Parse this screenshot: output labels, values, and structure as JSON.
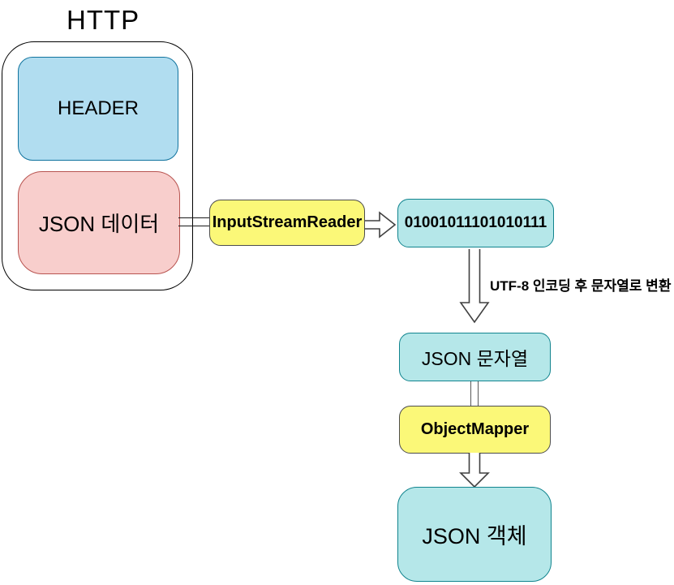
{
  "diagram": {
    "title": "HTTP",
    "nodes": {
      "header": "HEADER",
      "json_data": "JSON 데이터",
      "input_stream_reader": "InputStreamReader",
      "binary_stream": "01001011101010111",
      "json_string": "JSON 문자열",
      "object_mapper": "ObjectMapper",
      "json_object": "JSON 객체"
    },
    "annotations": {
      "utf8_note": "UTF-8 인코딩 후 문자열로 변환"
    },
    "colors": {
      "background": "#FFFFFF",
      "blue_fill": "#B1DDF0",
      "blue_stroke": "#10739E",
      "pink_fill": "#F8CECC",
      "pink_stroke": "#B85450",
      "yellow_fill": "#FBF878",
      "yellow_stroke": "#4D4D4D",
      "cyan_fill": "#B5E7E9",
      "cyan_stroke": "#11848E",
      "line": "#1A1A1A",
      "text": "#000000"
    }
  }
}
